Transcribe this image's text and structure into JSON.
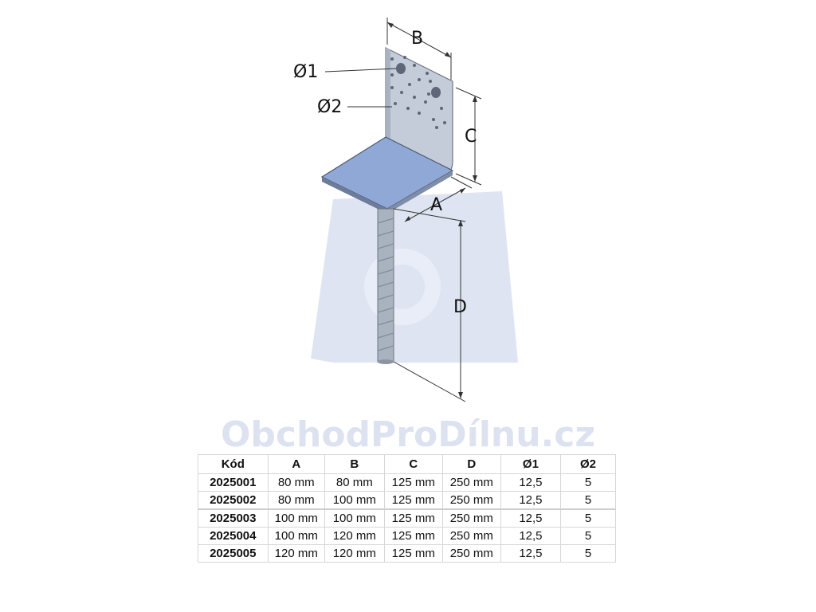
{
  "watermark": {
    "text": "ObchodProDílnu.cz"
  },
  "diagram": {
    "labels": {
      "a": "A",
      "b": "B",
      "c": "C",
      "d": "D",
      "hole1": "Ø1",
      "hole2": "Ø2"
    }
  },
  "table": {
    "headers": [
      "Kód",
      "A",
      "B",
      "C",
      "D",
      "Ø1",
      "Ø2"
    ],
    "rows": [
      [
        "2025001",
        "80 mm",
        "80 mm",
        "125 mm",
        "250 mm",
        "12,5",
        "5"
      ],
      [
        "2025002",
        "80 mm",
        "100 mm",
        "125 mm",
        "250 mm",
        "12,5",
        "5"
      ],
      [
        "2025003",
        "100 mm",
        "100 mm",
        "125 mm",
        "250 mm",
        "12,5",
        "5"
      ],
      [
        "2025004",
        "100 mm",
        "120 mm",
        "125 mm",
        "250 mm",
        "12,5",
        "5"
      ],
      [
        "2025005",
        "120 mm",
        "120 mm",
        "125 mm",
        "250 mm",
        "12,5",
        "5"
      ]
    ]
  },
  "colors": {
    "watermark": "#dde2f1",
    "metal": "#b9c4d6",
    "plate_top": "#8ea7d8"
  }
}
